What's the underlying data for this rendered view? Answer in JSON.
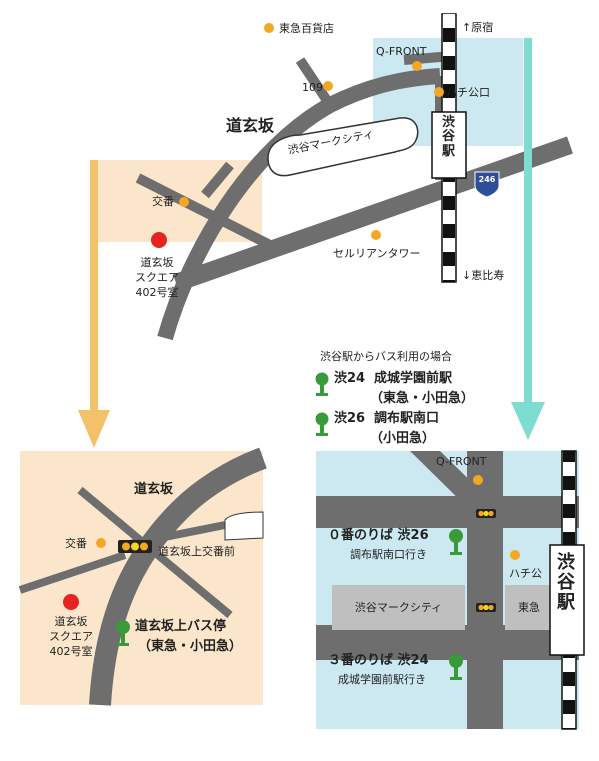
{
  "colors": {
    "road": "#6e6e6e",
    "zone_left": "#fbe6cc",
    "zone_right": "#cce9f1",
    "arrow_left": "#f2c16a",
    "arrow_right": "#7fdcd1",
    "poi": "#f5a623",
    "target": "#e52421",
    "bus_stop": "#3a9a3a",
    "route_marker": "#2f4e9a"
  },
  "top_map": {
    "station_name": "渋谷駅",
    "north_label": "↑原宿",
    "south_label": "↓恵比寿",
    "street_label": "道玄坂",
    "mark_city": "渋谷マークシティ",
    "route_number": "246",
    "pois": [
      "東急百貨店",
      "Q-FRONT",
      "109",
      "ハチ公口",
      "交番",
      "セルリアンタワー"
    ],
    "target_lines": [
      "道玄坂",
      "スクエア",
      "402号室"
    ]
  },
  "bus_info": {
    "title": "渋谷駅からバス利用の場合",
    "routes": [
      {
        "line": "渋24",
        "stop": "成城学園前駅",
        "operator": "（東急・小田急）"
      },
      {
        "line": "渋26",
        "stop": "調布駅南口",
        "operator": "（小田急）"
      }
    ]
  },
  "left_inset": {
    "street_label": "道玄坂",
    "koban": "交番",
    "intersection": "道玄坂上交番前",
    "target_lines": [
      "道玄坂",
      "スクエア",
      "402号室"
    ],
    "bus_stop_name": "道玄坂上バス停",
    "bus_stop_operator": "（東急・小田急）"
  },
  "right_inset": {
    "qfront": "Q-FRONT",
    "hachiko": "ハチ公",
    "mark_city": "渋谷マークシティ",
    "tokyu": "東急",
    "station_name": "渋谷駅",
    "platforms": [
      {
        "title": "０番のりば 渋26",
        "dest": "調布駅南口行き"
      },
      {
        "title": "３番のりば 渋24",
        "dest": "成城学園前駅行き"
      }
    ]
  }
}
